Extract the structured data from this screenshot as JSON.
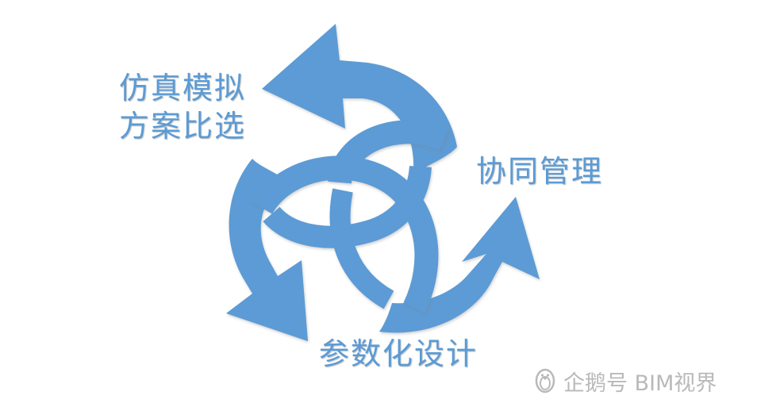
{
  "diagram": {
    "accent_color": "#5b9bd5",
    "labels": {
      "simulation_line1": "仿真模拟",
      "simulation_line2": "方案比选",
      "collaboration": "协同管理",
      "parametric": "参数化设计"
    }
  },
  "watermark": {
    "icon": "penguin-icon",
    "text": "企鹅号 BIM视界"
  }
}
